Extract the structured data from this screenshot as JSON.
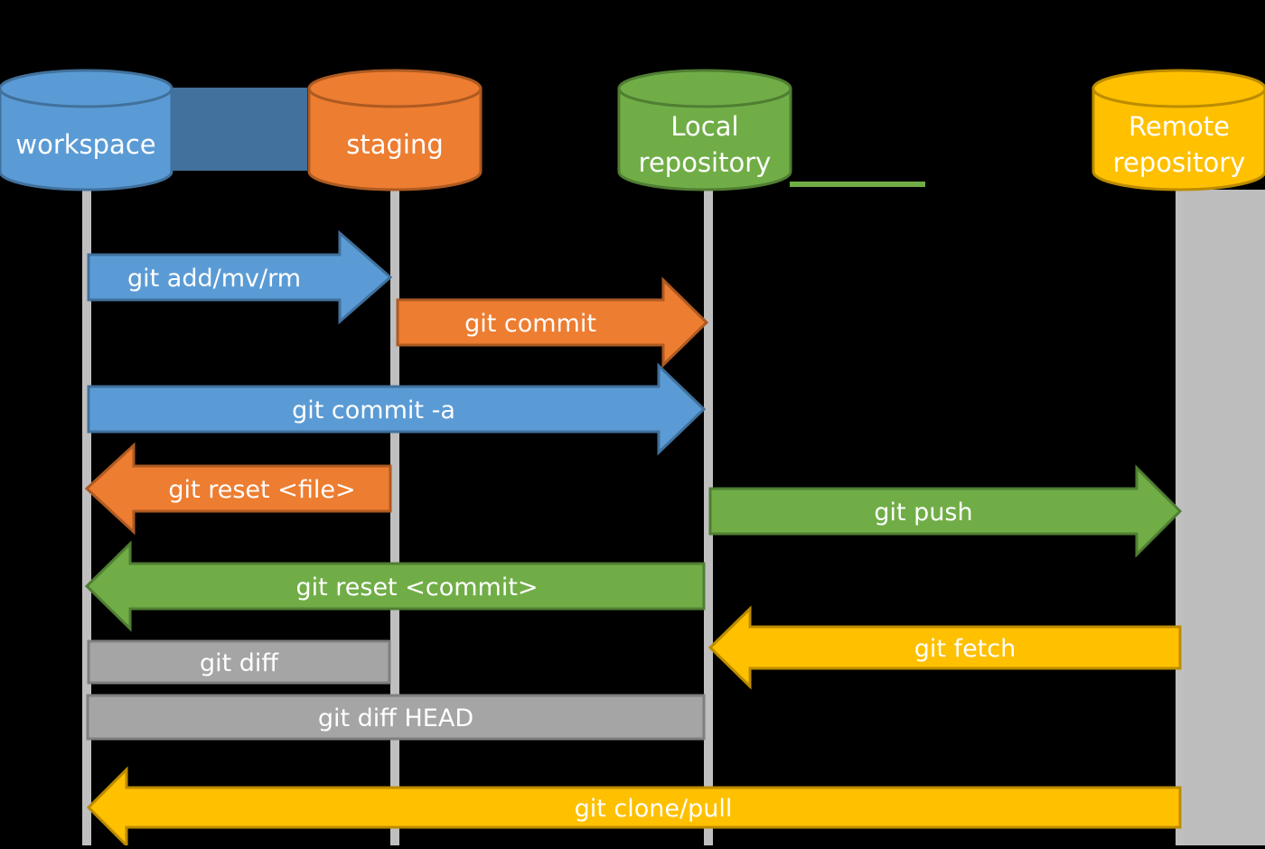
{
  "colors": {
    "background": "#000000",
    "blue": "#5b9bd5",
    "blue_dark": "#41719c",
    "orange": "#ed7d31",
    "orange_dark": "#ae5a21",
    "green": "#70ad47",
    "green_dark": "#507e32",
    "yellow": "#ffc000",
    "yellow_dark": "#bc8c00",
    "gray": "#a5a5a5",
    "gray_dark": "#7f7f7f",
    "lifeline": "#bfbfbf",
    "text": "#ffffff"
  },
  "stores": [
    {
      "id": "workspace",
      "label_lines": [
        "workspace"
      ],
      "color": "blue"
    },
    {
      "id": "staging",
      "label_lines": [
        "staging"
      ],
      "color": "orange"
    },
    {
      "id": "local",
      "label_lines": [
        "Local",
        "repository"
      ],
      "color": "green"
    },
    {
      "id": "remote",
      "label_lines": [
        "Remote",
        "repository"
      ],
      "color": "yellow"
    }
  ],
  "commands": [
    {
      "id": "git-add",
      "label": "git add/mv/rm",
      "from": "workspace",
      "to": "staging",
      "color": "blue",
      "kind": "arrow"
    },
    {
      "id": "git-commit",
      "label": "git commit",
      "from": "staging",
      "to": "local",
      "color": "orange",
      "kind": "arrow"
    },
    {
      "id": "git-commit-a",
      "label": "git commit -a",
      "from": "workspace",
      "to": "local",
      "color": "blue",
      "kind": "arrow"
    },
    {
      "id": "git-reset-file",
      "label": "git reset <file>",
      "from": "staging",
      "to": "workspace",
      "color": "orange",
      "kind": "arrow"
    },
    {
      "id": "git-push",
      "label": "git push",
      "from": "local",
      "to": "remote",
      "color": "green",
      "kind": "arrow"
    },
    {
      "id": "git-reset-commit",
      "label": "git reset <commit>",
      "from": "local",
      "to": "workspace",
      "color": "green",
      "kind": "arrow"
    },
    {
      "id": "git-fetch",
      "label": "git fetch",
      "from": "remote",
      "to": "local",
      "color": "yellow",
      "kind": "arrow"
    },
    {
      "id": "git-diff",
      "label": "git diff",
      "from": "workspace",
      "to": "staging",
      "color": "gray",
      "kind": "bar"
    },
    {
      "id": "git-diff-head",
      "label": "git diff HEAD",
      "from": "workspace",
      "to": "local",
      "color": "gray",
      "kind": "bar"
    },
    {
      "id": "git-clone-pull",
      "label": "git clone/pull",
      "from": "remote",
      "to": "workspace",
      "color": "yellow",
      "kind": "arrow"
    }
  ]
}
